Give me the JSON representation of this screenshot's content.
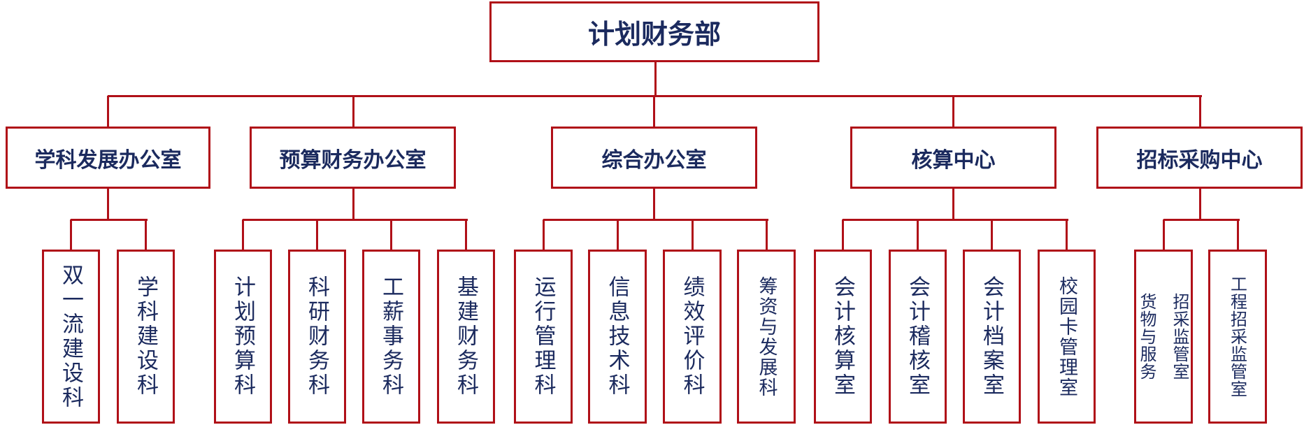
{
  "root": {
    "label": "计划财务部"
  },
  "departments": [
    {
      "label": "学科发展办公室",
      "children": [
        "双一流建设科",
        "学科建设科"
      ]
    },
    {
      "label": "预算财务办公室",
      "children": [
        "计划预算科",
        "科研财务科",
        "工薪事务科",
        "基建财务科"
      ]
    },
    {
      "label": "综合办公室",
      "children": [
        "运行管理科",
        "信息技术科",
        "绩效评价科",
        "筹资与发展科"
      ]
    },
    {
      "label": "核算中心",
      "children": [
        "会计核算室",
        "会计稽核室",
        "会计档案室",
        "校园卡管理室"
      ]
    },
    {
      "label": "招标采购中心",
      "children_split": {
        "col1": "货物与服务",
        "col2": "招采监管室"
      },
      "children": [
        "工程招采监管室"
      ]
    }
  ],
  "colors": {
    "line": "#b01018",
    "text": "#1b2a5e"
  }
}
